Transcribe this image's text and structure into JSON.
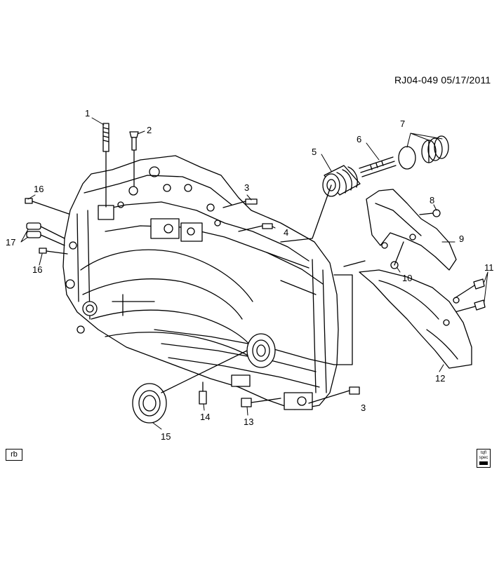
{
  "ref_code": "RJ04-049  05/17/2011",
  "callouts": [
    {
      "id": "c1",
      "text": "1"
    },
    {
      "id": "c2",
      "text": "2"
    },
    {
      "id": "c3a",
      "text": "3"
    },
    {
      "id": "c3b",
      "text": "3"
    },
    {
      "id": "c4",
      "text": "4"
    },
    {
      "id": "c5",
      "text": "5"
    },
    {
      "id": "c6",
      "text": "6"
    },
    {
      "id": "c7",
      "text": "7"
    },
    {
      "id": "c8",
      "text": "8"
    },
    {
      "id": "c9",
      "text": "9"
    },
    {
      "id": "c10",
      "text": "10"
    },
    {
      "id": "c11",
      "text": "11"
    },
    {
      "id": "c12",
      "text": "12"
    },
    {
      "id": "c13",
      "text": "13"
    },
    {
      "id": "c14",
      "text": "14"
    },
    {
      "id": "c15",
      "text": "15"
    },
    {
      "id": "c16a",
      "text": "16"
    },
    {
      "id": "c16b",
      "text": "16"
    },
    {
      "id": "c17",
      "text": "17"
    }
  ],
  "badge": "rb",
  "spec_icon": {
    "line1": "tqfl",
    "line2": "spec"
  },
  "icon_names": [
    "transaxle-case-icon",
    "stud-icon",
    "bolt-icon",
    "piston-icon",
    "spring-icon",
    "seal-icon",
    "shield-icon",
    "spec-book-icon"
  ]
}
